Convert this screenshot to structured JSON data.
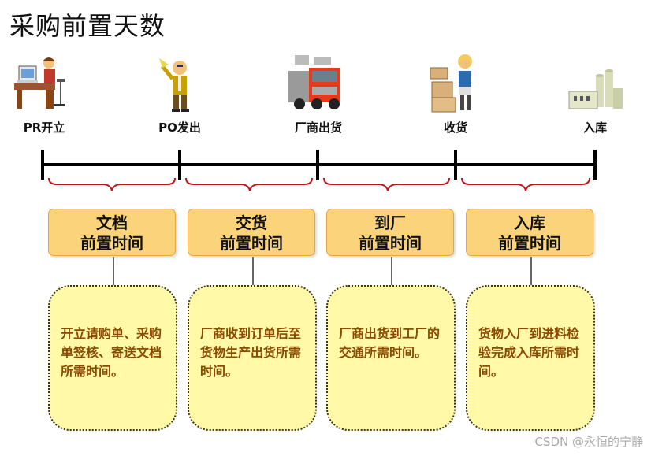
{
  "title": "采购前置天数",
  "stages": [
    "PR开立",
    "PO发出",
    "厂商出货",
    "收货",
    "入库"
  ],
  "segments": [
    {
      "line1": "文档",
      "line2": "前置时间",
      "note": "开立请购单、采购单签核、寄送文档所需时间。"
    },
    {
      "line1": "交货",
      "line2": "前置时间",
      "note": "厂商收到订单后至货物生产出货所需时间。"
    },
    {
      "line1": "到厂",
      "line2": "前置时间",
      "note": "厂商出货到工厂的交通所需时间。"
    },
    {
      "line1": "入库",
      "line2": "前置时间",
      "note": "货物入厂到进料检验完成入库所需时间。"
    }
  ],
  "icons": [
    "person-at-computer-icon",
    "person-waving-icon",
    "truck-icon",
    "person-with-boxes-icon",
    "factory-icon"
  ],
  "colors": {
    "box_fill": "#fbd37a",
    "note_fill": "#fff9a8",
    "brace": "#c0141c",
    "note_text": "#8a4b00"
  },
  "watermark": "CSDN @永恒的宁静"
}
